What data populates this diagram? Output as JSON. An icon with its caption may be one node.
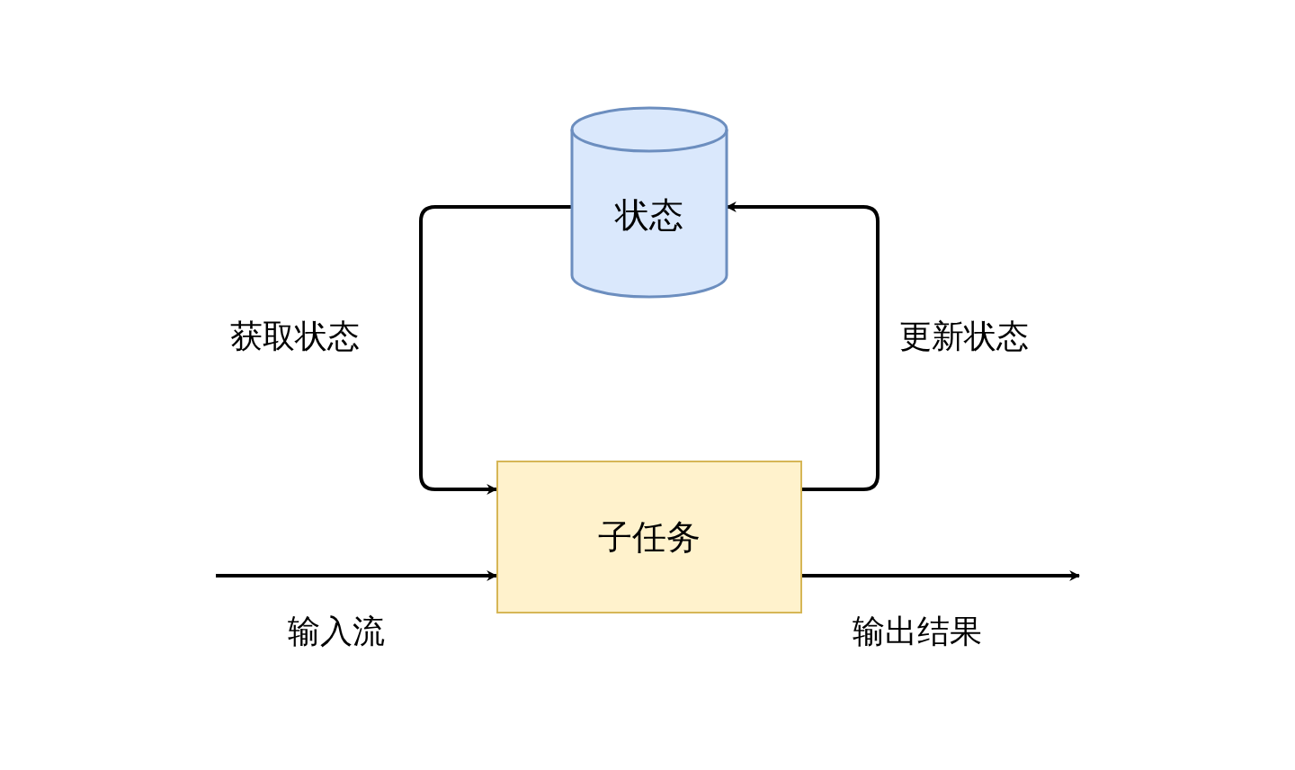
{
  "diagram": {
    "nodes": [
      {
        "text": [
          "状态"
        ]
      },
      {
        "text": [
          "子任务"
        ]
      }
    ],
    "edges": [
      {
        "from": 0,
        "to": 1,
        "arrow": "to",
        "label": "获取状态"
      },
      {
        "from": 1,
        "to": 0,
        "arrow": "to",
        "label": "更新状态"
      },
      {
        "from": null,
        "to": 1,
        "arrow": "to",
        "label": "输入流"
      },
      {
        "from": 1,
        "to": null,
        "arrow": "to",
        "label": "输出结果"
      }
    ]
  }
}
